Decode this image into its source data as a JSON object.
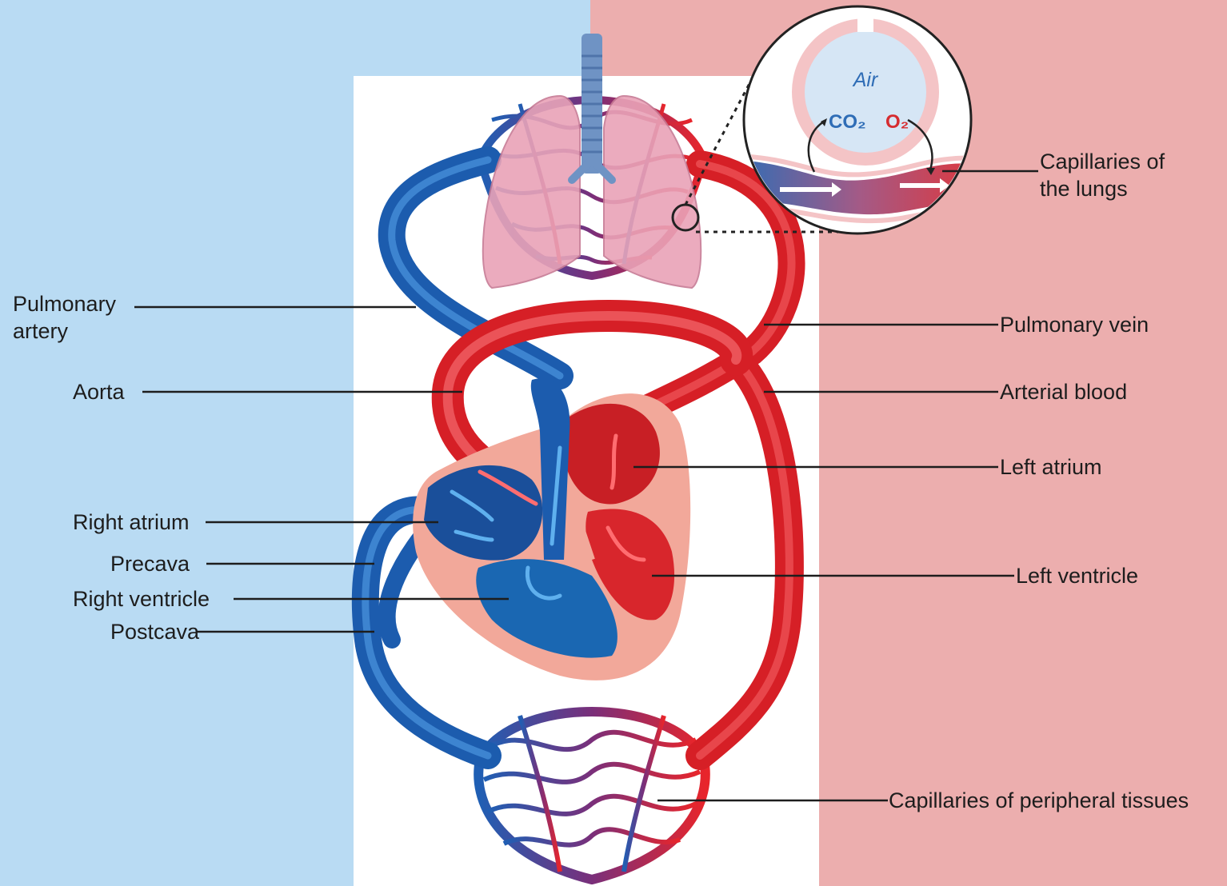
{
  "colors": {
    "venous_bg": "#b9dbf3",
    "arterial_bg": "#ecaeae",
    "venous": "#1f5fb4",
    "arterial": "#e8252b",
    "myocardium": "#f2a89a",
    "lung": "#e9a3b8",
    "trachea": "#6f93c4",
    "label_line": "#1d1d1d"
  },
  "inset": {
    "air": "Air",
    "co2": "CO₂",
    "o2": "O₂"
  },
  "labels": {
    "pulmonary_artery_1": "Pulmonary",
    "pulmonary_artery_2": "artery",
    "aorta": "Aorta",
    "right_atrium": "Right atrium",
    "precava": "Precava",
    "right_ventricle": "Right ventricle",
    "postcava": "Postcava",
    "capillaries_lungs_1": "Capillaries of",
    "capillaries_lungs_2": "the lungs",
    "pulmonary_vein": "Pulmonary vein",
    "arterial_blood": "Arterial blood",
    "left_atrium": "Left atrium",
    "left_ventricle": "Left ventricle",
    "capillaries_peripheral": "Capillaries of peripheral tissues"
  }
}
